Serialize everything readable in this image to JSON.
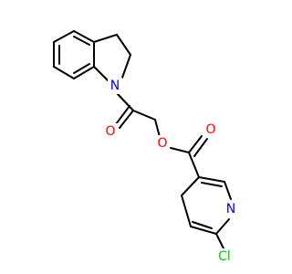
{
  "atoms": {
    "N1": {
      "label": "N",
      "color": "#0000ff"
    },
    "O_carbonyl": {
      "label": "O",
      "color": "#ff0000"
    },
    "O_ester": {
      "label": "O",
      "color": "#ff0000"
    },
    "O_ester_carbonyl": {
      "label": "O",
      "color": "#ff0000"
    },
    "N_pyridine": {
      "label": "N",
      "color": "#0000ff"
    },
    "Cl": {
      "label": "Cl",
      "color": "#00cc00"
    }
  },
  "bond_color": "#000000"
}
